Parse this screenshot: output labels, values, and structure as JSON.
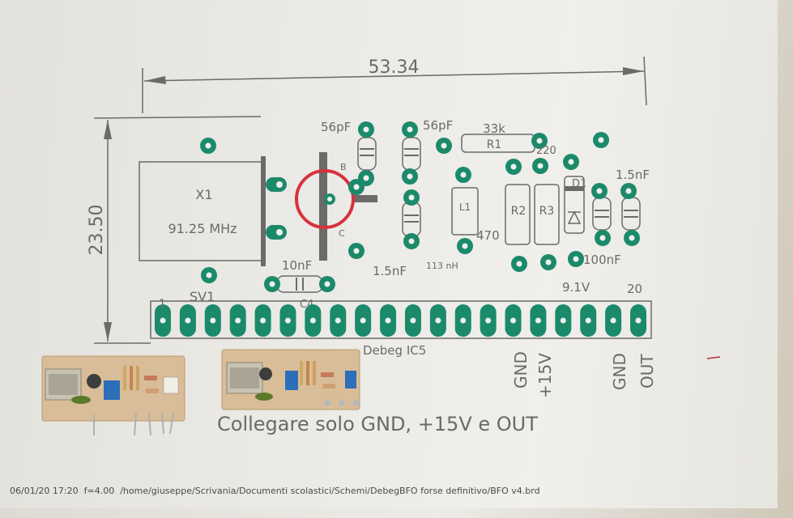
{
  "dimensions": {
    "width": "53.34",
    "height": "23.50"
  },
  "components": {
    "x1_name": "X1",
    "x1_freq": "91.25 MHz",
    "c1_value": "56pF",
    "c2_value": "56pF",
    "r1_value": "33k",
    "r1_name": "R1",
    "r2_name": "R2",
    "r3_name": "R3",
    "r2_value": "470",
    "r3_value": "220",
    "l1_name": "L1",
    "l1_value": "113 nH",
    "c3_value": "1.5nF",
    "c4_value": "10nF",
    "c4_name": "C4",
    "c5_value": "1.5nF",
    "c6_value": "100nF",
    "d1_name": "D1",
    "d1_value": "9.1V",
    "transistor_b": "B",
    "transistor_c": "C"
  },
  "header": {
    "name": "SV1",
    "pin_first": "1",
    "pin_last": "20",
    "label": "Debeg IC5",
    "gnd1": "GND",
    "v15": "+15V",
    "gnd2": "GND",
    "out": "OUT"
  },
  "note": "Collegare solo GND, +15V e OUT",
  "footer": {
    "date": "06/01/20 17:20",
    "f": "f=4.00",
    "path": "/home/giuseppe/Scrivania/Documenti scolastici/Schemi/DebegBFO forse definitivo/BFO v4.brd"
  },
  "colors": {
    "pad": "#1b8a6b",
    "line": "#6a6a6a",
    "ring": "#d8323c",
    "pcb": "#d9bd98"
  }
}
